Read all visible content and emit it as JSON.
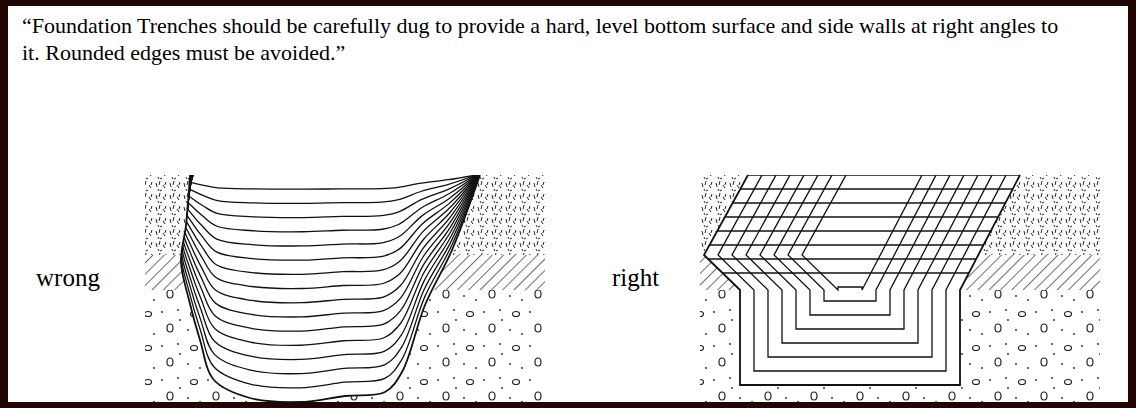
{
  "diagram": {
    "title": "“Foundation Trenches should be carefully dug to provide a hard, level bottom surface and side walls at right angles to it.  Rounded edges must be avoided.”",
    "labels": [
      "wrong",
      "right"
    ]
  }
}
